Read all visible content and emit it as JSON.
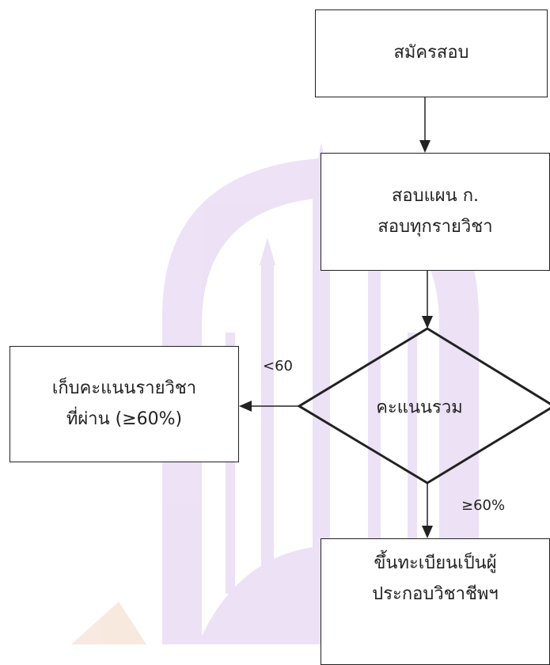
{
  "nodes": {
    "apply": {
      "text": "สมัครสอบ"
    },
    "exam": {
      "line1": "สอบแผน ก.",
      "line2": "สอบทุกรายวิชา"
    },
    "decision": {
      "text": "คะแนนรวม"
    },
    "keep": {
      "line1": "เก็บคะแนนรายวิชา",
      "line2": "ที่ผ่าน (≥60%)"
    },
    "register": {
      "line1": "ขึ้นทะเบียนเป็นผู้",
      "line2": "ประกอบวิชาชีพฯ"
    }
  },
  "edges": {
    "fail_label": "<60",
    "pass_label": "≥60%"
  },
  "colors": {
    "line": "#222222",
    "watermark": "#b07ad9",
    "watermark_accent": "#e0a070"
  }
}
